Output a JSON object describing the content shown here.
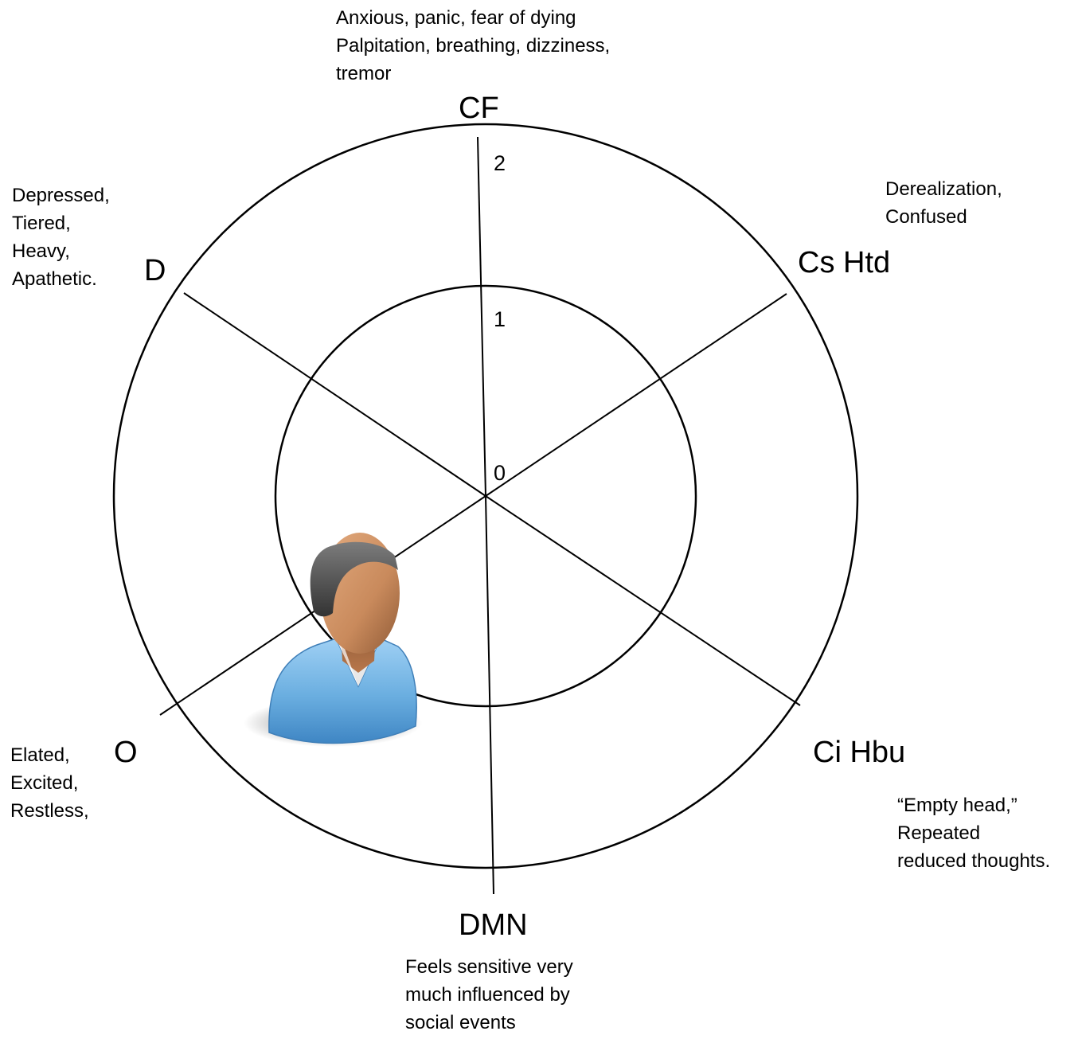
{
  "axes": [
    {
      "id": "cf",
      "label": "CF",
      "description": [
        "Anxious, panic, fear of dying",
        "Palpitation, breathing, dizziness,",
        "tremor"
      ]
    },
    {
      "id": "cs-htd",
      "label": "Cs Htd",
      "description": [
        "Derealization,",
        "Confused"
      ]
    },
    {
      "id": "ci-hbu",
      "label": "Ci Hbu",
      "description": [
        "“Empty head,”",
        "Repeated",
        "reduced thoughts."
      ]
    },
    {
      "id": "dmn",
      "label": "DMN",
      "description": [
        "Feels sensitive very",
        "much influenced by",
        "social events"
      ]
    },
    {
      "id": "o",
      "label": "O",
      "description": [
        "Elated,",
        "Excited,",
        "Restless,"
      ]
    },
    {
      "id": "d",
      "label": "D",
      "description": [
        "Depressed,",
        "Tiered,",
        "Heavy,",
        "Apathetic."
      ]
    }
  ],
  "scale": {
    "ticks": [
      "0",
      "1",
      "2"
    ]
  },
  "figure": {
    "icon": "person-icon",
    "colors": {
      "shirt": "#6aaee0",
      "skin": "#c98a5c",
      "hair": "#4a4a4a",
      "line": "#000000"
    }
  }
}
